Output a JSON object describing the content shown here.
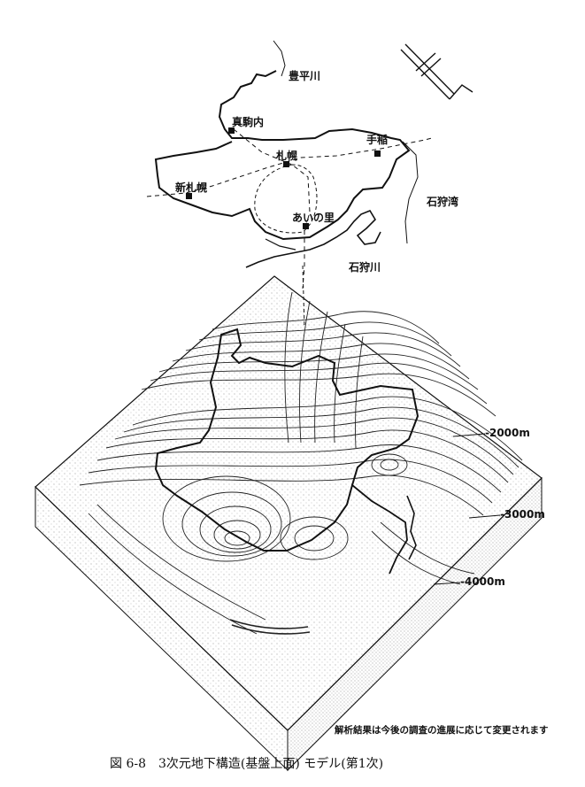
{
  "place_labels": {
    "toyohira_river": "豊平川",
    "makomanai": "真駒内",
    "teine": "手稲",
    "sapporo": "札幌",
    "shin_sapporo": "新札幌",
    "ishikari_bay": "石狩湾",
    "ainosato": "あいの里",
    "ishikari_river": "石狩川"
  },
  "depth_labels": [
    "-2000m",
    "-3000m",
    "-4000m"
  ],
  "note": "解析結果は今後の調査の進展に応じて変更されます",
  "caption": "図 6-8　3次元地下構造(基盤上面) モデル(第1次)"
}
